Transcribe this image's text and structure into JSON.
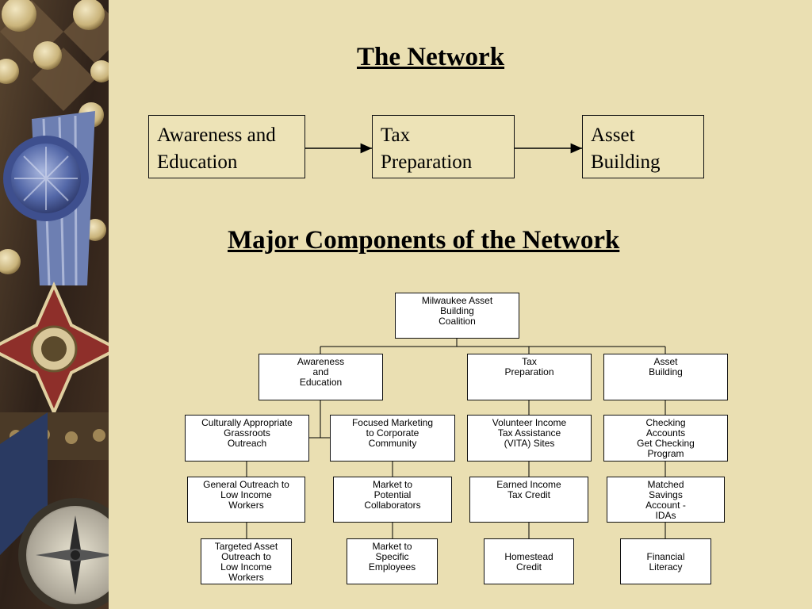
{
  "title": "The Network",
  "flow": {
    "awareness": "Awareness and\nEducation",
    "tax": "Tax\nPreparation",
    "asset": "Asset\nBuilding"
  },
  "subtitle": "Major Components of the Network",
  "org": {
    "root": "Milwaukee Asset\nBuilding\nCoalition",
    "awareness": "Awareness\nand\nEducation",
    "tax": "Tax\nPreparation",
    "asset": "Asset\nBuilding",
    "culturally": "Culturally Appropriate\nGrassroots\nOutreach",
    "general": "General Outreach to\nLow Income\nWorkers",
    "targeted": "Targeted Asset\nOutreach to\nLow Income\nWorkers",
    "focused": "Focused Marketing\nto Corporate\nCommunity",
    "market_potential": "Market to\nPotential\nCollaborators",
    "market_specific": "Market to\nSpecific\nEmployees",
    "vita": "Volunteer Income\nTax Assistance\n(VITA) Sites",
    "eitc": "Earned Income\nTax Credit",
    "homestead": "Homestead\nCredit",
    "checking": "Checking\nAccounts\nGet Checking\nProgram",
    "savings": "Matched\nSavings\nAccount -\nIDAs",
    "literacy": "Financial\nLiteracy"
  }
}
